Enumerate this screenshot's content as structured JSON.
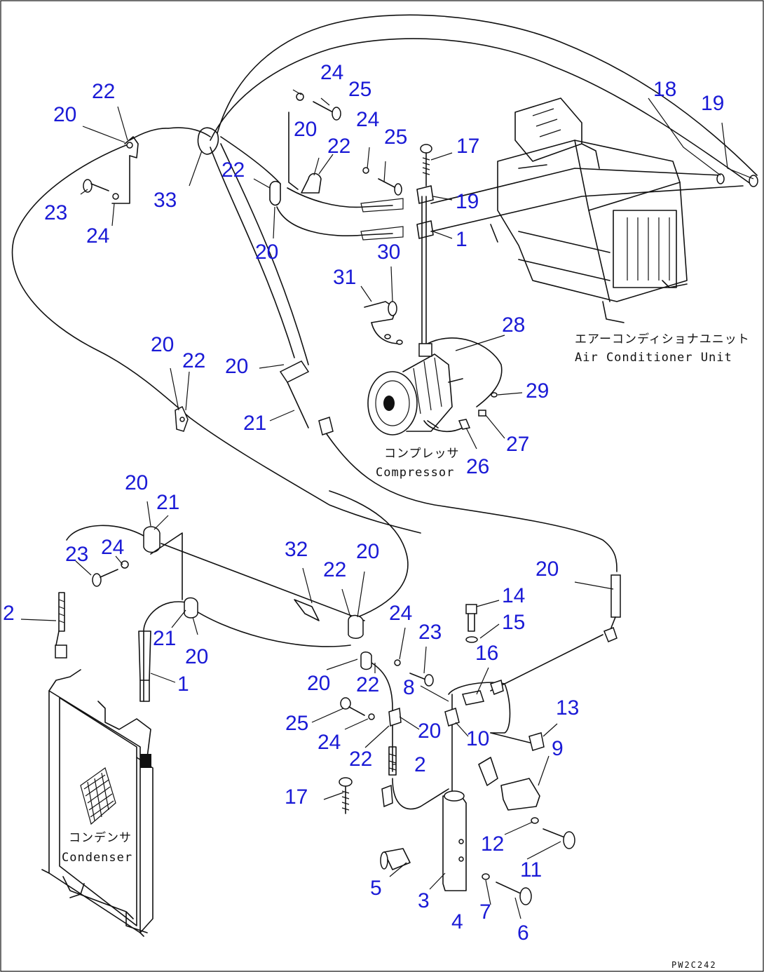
{
  "captions": {
    "ac_unit_jp": "エアーコンディショナユニット",
    "ac_unit_en": "Air Conditioner Unit",
    "compressor_jp": "コンプレッサ",
    "compressor_en": "Compressor",
    "condenser_jp": "コンデンサ",
    "condenser_en": "Condenser"
  },
  "drawing_code": "PW2C242",
  "callouts": [
    "24",
    "25",
    "22",
    "20",
    "20",
    "24",
    "25",
    "17",
    "18",
    "19",
    "22",
    "22",
    "33",
    "23",
    "24",
    "20",
    "19",
    "1",
    "30",
    "31",
    "28",
    "20",
    "22",
    "20",
    "21",
    "29",
    "27",
    "26",
    "20",
    "21",
    "23",
    "24",
    "2",
    "21",
    "20",
    "1",
    "32",
    "22",
    "20",
    "20",
    "24",
    "23",
    "8",
    "22",
    "20",
    "25",
    "24",
    "22",
    "20",
    "14",
    "15",
    "16",
    "10",
    "13",
    "9",
    "2",
    "17",
    "12",
    "11",
    "5",
    "3",
    "4",
    "7",
    "6"
  ]
}
